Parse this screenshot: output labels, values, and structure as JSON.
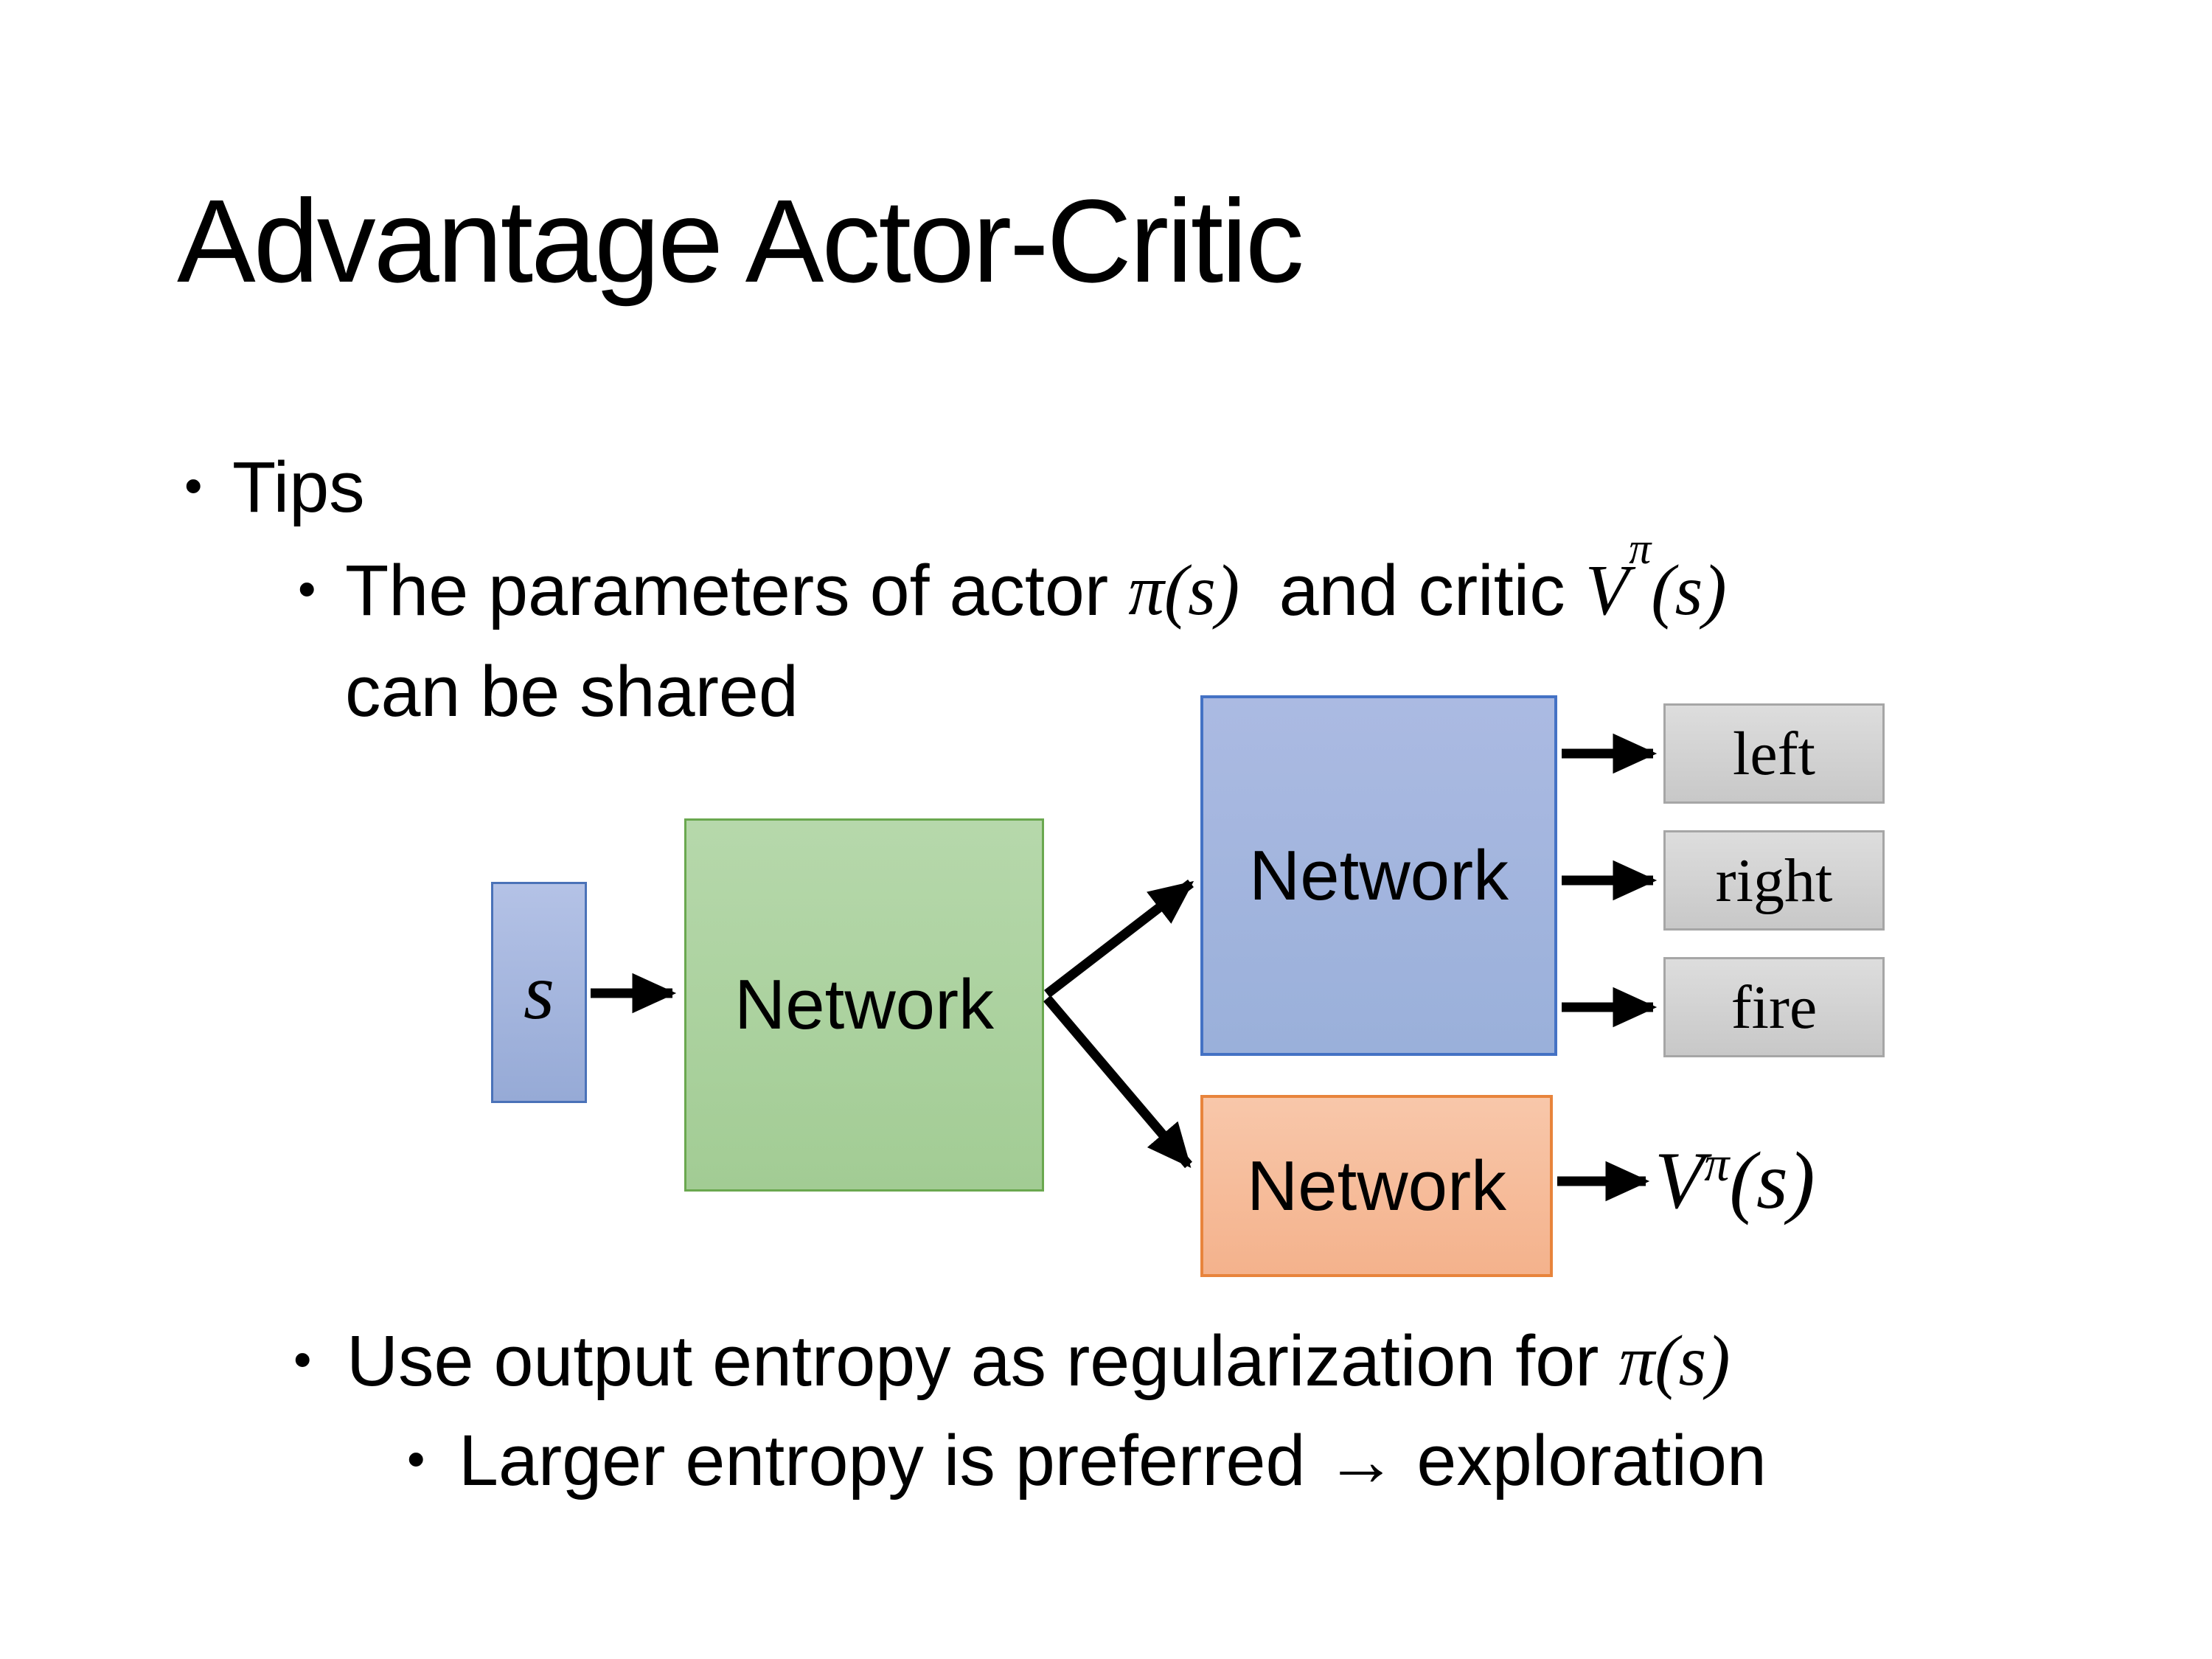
{
  "slide": {
    "title": "Advantage Actor-Critic",
    "bullet_char": "•"
  },
  "bullets": {
    "tips": "Tips",
    "shared_line1_text1": "The parameters of actor",
    "shared_line1_math_actor": "π(s)",
    "shared_line1_text2": "and critic",
    "shared_line1_critic_base": "V",
    "shared_line1_critic_sup": "π",
    "shared_line1_critic_args": "(s)",
    "shared_line2": "can be shared",
    "entropy_text": "Use output entropy as regularization for",
    "entropy_math": "π(s)",
    "exploration_text": "Larger entropy is preferred → exploration"
  },
  "diagram": {
    "state_label": "s",
    "shared_network_label": "Network",
    "actor_network_label": "Network",
    "critic_network_label": "Network",
    "action_left": "left",
    "action_right": "right",
    "action_fire": "fire",
    "value_base": "V",
    "value_sup": "π",
    "value_args": "(s)",
    "colors": {
      "state_fill": "#a9b8e0",
      "state_border": "#4a72b8",
      "shared_fill": "#aed2a0",
      "shared_border": "#6aa84f",
      "actor_fill": "#a3b5de",
      "actor_border": "#4472c4",
      "critic_fill": "#f6bd9c",
      "critic_border": "#e8843c",
      "action_fill": "#d2d2d2",
      "action_border": "#a6a6a6",
      "arrow": "#000000",
      "text": "#000000",
      "background": "#ffffff"
    }
  }
}
